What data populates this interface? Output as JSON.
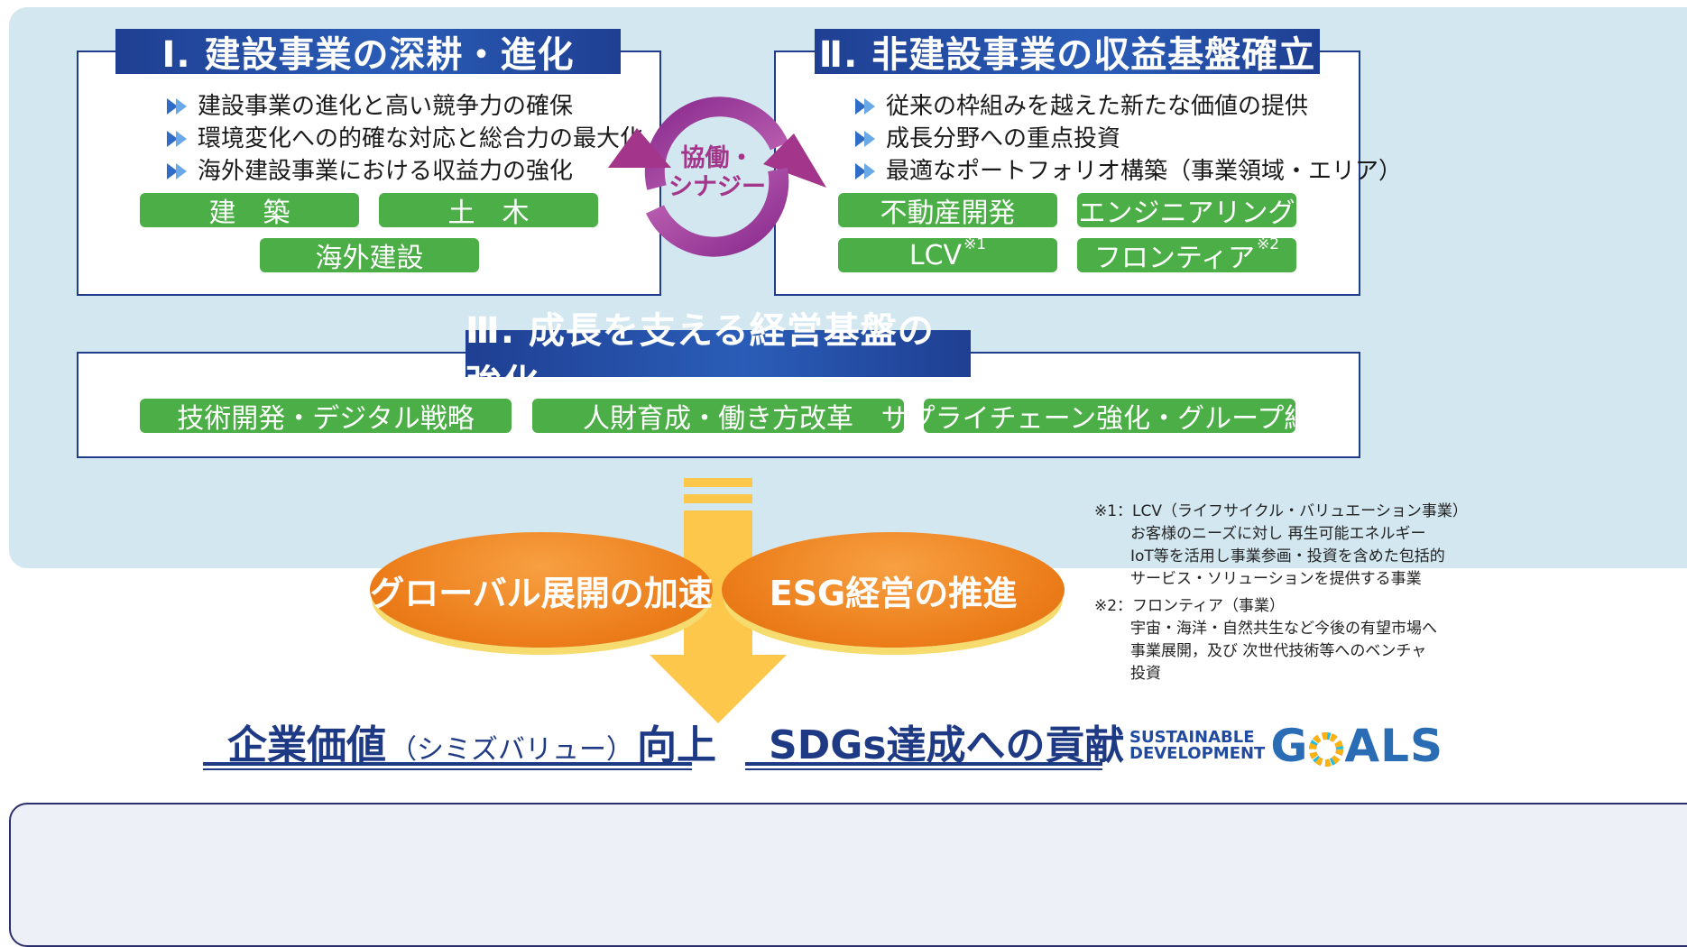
{
  "section1": {
    "title": "Ⅰ. 建設事業の深耕・進化",
    "bullets": [
      "建設事業の進化と高い競争力の確保",
      "環境変化への的確な対応と総合力の最大化",
      "海外建設事業における収益力の強化"
    ],
    "tags": [
      "建　築",
      "土　木",
      "海外建設"
    ]
  },
  "section2": {
    "title": "Ⅱ. 非建設事業の収益基盤確立",
    "bullets": [
      "従来の枠組みを越えた新たな価値の提供",
      "成長分野への重点投資",
      "最適なポートフォリオ構築（事業領域・エリア）"
    ],
    "tags": [
      "不動産開発",
      "エンジニアリング",
      "LCV",
      "フロンティア"
    ],
    "tag_notes": [
      "※1",
      "※2"
    ]
  },
  "cycle": {
    "line1": "協働・",
    "line2": "シナジー"
  },
  "section3": {
    "title": "Ⅲ. 成長を支える経営基盤の強化",
    "tags": [
      "技術開発・デジタル戦略",
      "人財育成・働き方改革",
      "サプライチェーン強化・グループ経営"
    ]
  },
  "ellipses": [
    "グローバル展開の加速",
    "ESG経営の推進"
  ],
  "notes": {
    "note1": [
      "※1：LCV（ライフサイクル・バリュエーション事業）",
      "お客様のニーズに対し 再生可能エネルギー",
      "IoT等を活用し事業参画・投資を含めた包括的",
      "サービス・ソリューションを提供する事業"
    ],
    "note2": [
      "※2：フロンティア（事業）",
      "宇宙・海洋・自然共生など今後の有望市場へ",
      "事業展開，及び 次世代技術等へのベンチャ",
      "投資"
    ]
  },
  "bottom": {
    "goal1_a": "企業価値",
    "goal1_b": "（シミズバリュー）",
    "goal1_c": "向上",
    "goal2": "SDGs達成への貢献",
    "sdgs_line1": "SUSTAINABLE",
    "sdgs_line2": "DEVELOPMENT",
    "sdgs_goals_g": "G",
    "sdgs_goals_rest": "ALS"
  },
  "colors": {
    "panel_bg": "#d3e7f0",
    "heading_blue": "#1f3f92",
    "green": "#4cae46",
    "purple": "#a3358a",
    "orange": "#ec7d1a",
    "arrow_yellow": "#fcc74a",
    "title_navy": "#1f3a84"
  },
  "icons": [
    "bullet-arrow-icon",
    "cycle-arrows-icon",
    "down-arrow-icon",
    "sdgs-wheel-icon"
  ]
}
